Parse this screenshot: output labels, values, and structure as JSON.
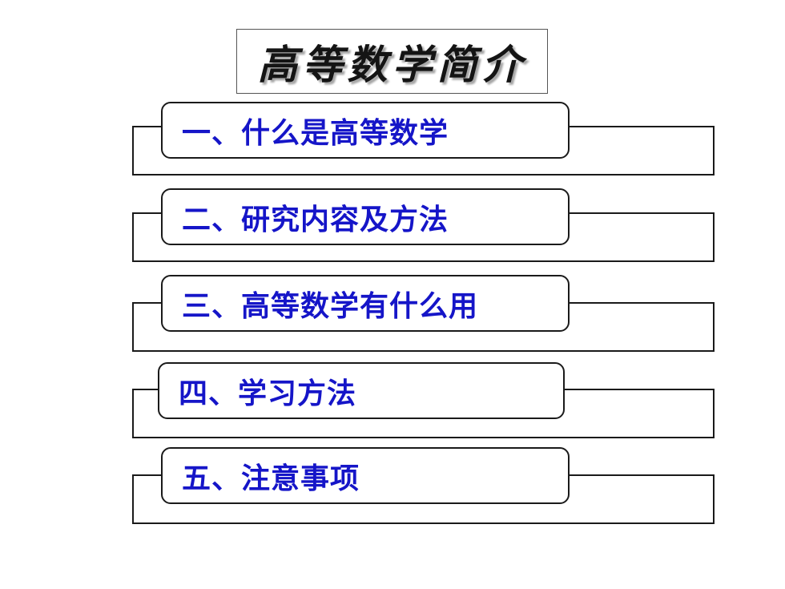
{
  "slide": {
    "title": "高等数学简介",
    "items": [
      {
        "label": "一、什么是高等数学"
      },
      {
        "label": "二、研究内容及方法"
      },
      {
        "label": "三、高等数学有什么用"
      },
      {
        "label": "四、学习方法"
      },
      {
        "label": "五、注意事项"
      }
    ]
  },
  "colors": {
    "item_text": "#1515c8",
    "border": "#1a1a1a",
    "background": "#ffffff"
  }
}
